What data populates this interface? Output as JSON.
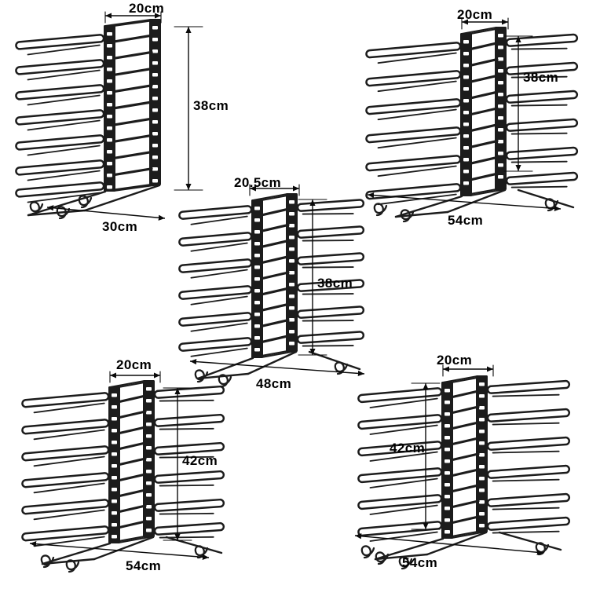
{
  "page": {
    "background": "#ffffff"
  },
  "colors": {
    "rack": "#1c1c1c",
    "dimension_line": "#0a0a0a",
    "label_text": "#000000"
  },
  "racks": [
    {
      "position": "top-left",
      "width_label": "20cm",
      "height_label": "38cm",
      "depth_label": "30cm"
    },
    {
      "position": "top-right",
      "width_label": "20cm",
      "height_label": "38cm",
      "depth_label": "54cm"
    },
    {
      "position": "center",
      "width_label": "20.5cm",
      "height_label": "38cm",
      "depth_label": "48cm"
    },
    {
      "position": "bottom-left",
      "width_label": "20cm",
      "height_label": "42cm",
      "depth_label": "54cm"
    },
    {
      "position": "bottom-right",
      "width_label": "20cm",
      "height_label": "42cm",
      "depth_label": "54cm"
    }
  ]
}
